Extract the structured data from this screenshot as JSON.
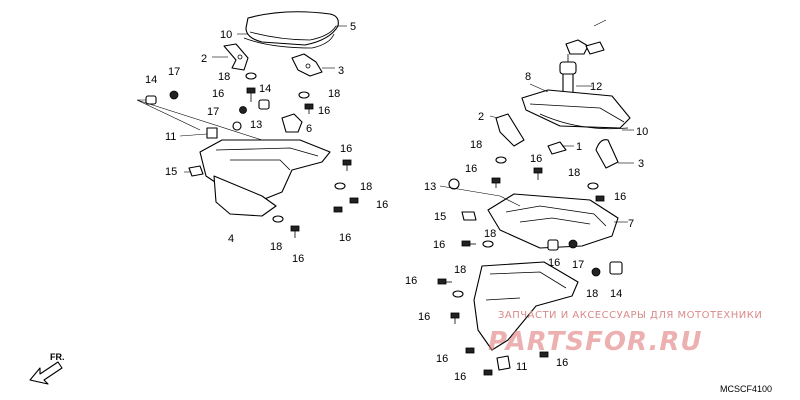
{
  "diagram": {
    "callouts": [
      "10",
      "5",
      "2",
      "3",
      "18",
      "14",
      "17",
      "16",
      "18",
      "17",
      "14",
      "16",
      "13",
      "6",
      "11",
      "16",
      "15",
      "18",
      "16",
      "4",
      "18",
      "16",
      "16",
      "8",
      "12",
      "2",
      "10",
      "1",
      "18",
      "16",
      "3",
      "18",
      "16",
      "16",
      "13",
      "7",
      "15",
      "16",
      "18",
      "18",
      "17",
      "14",
      "16",
      "16",
      "18",
      "16",
      "16",
      "11",
      "16",
      "16"
    ],
    "front_label": "FR.",
    "diagram_code": "MCSCF4100"
  },
  "watermark": {
    "line1": "ЗАПЧАСТИ И АКСЕССУАРЫ ДЛЯ МОТОТЕХНИКИ",
    "line2": "PARTSFOR.RU"
  }
}
